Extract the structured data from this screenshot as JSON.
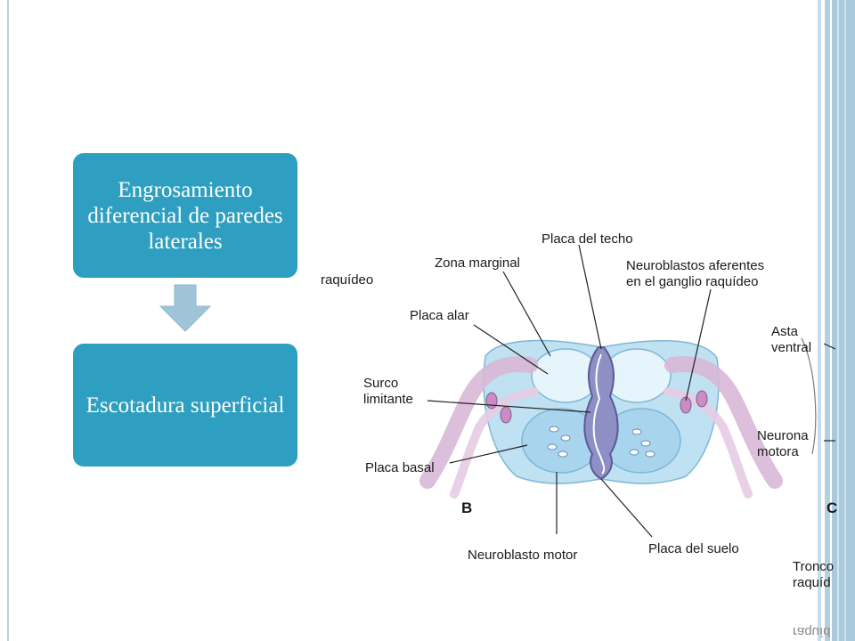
{
  "slide": {
    "boxes": [
      {
        "text": "Engrosamiento diferencial de paredes laterales"
      },
      {
        "text": "Escotadura superficial"
      }
    ],
    "arrow_color": "#9fc4da",
    "box_color": "#2e9fc0"
  },
  "figure": {
    "labels": {
      "placa_techo": "Placa del techo",
      "zona_marginal": "Zona marginal",
      "neuroblastos_aferentes": "Neuroblastos aferentes\nen el ganglio raquídeo",
      "placa_alar": "Placa alar",
      "surco_limitante": "Surco\nlimitante",
      "placa_basal": "Placa basal",
      "neuroblasto_motor": "Neuroblasto motor",
      "placa_suelo": "Placa del suelo",
      "panel_b": "B",
      "cut_raquideo_left": "raquídeo",
      "asta_ventral": "Asta\nventral",
      "neurona_motora": "Neurona\nmotora",
      "cut_c": "C",
      "cut_tronco": "Tronco\nraquíd",
      "cut_bottom": "raquíd"
    }
  }
}
